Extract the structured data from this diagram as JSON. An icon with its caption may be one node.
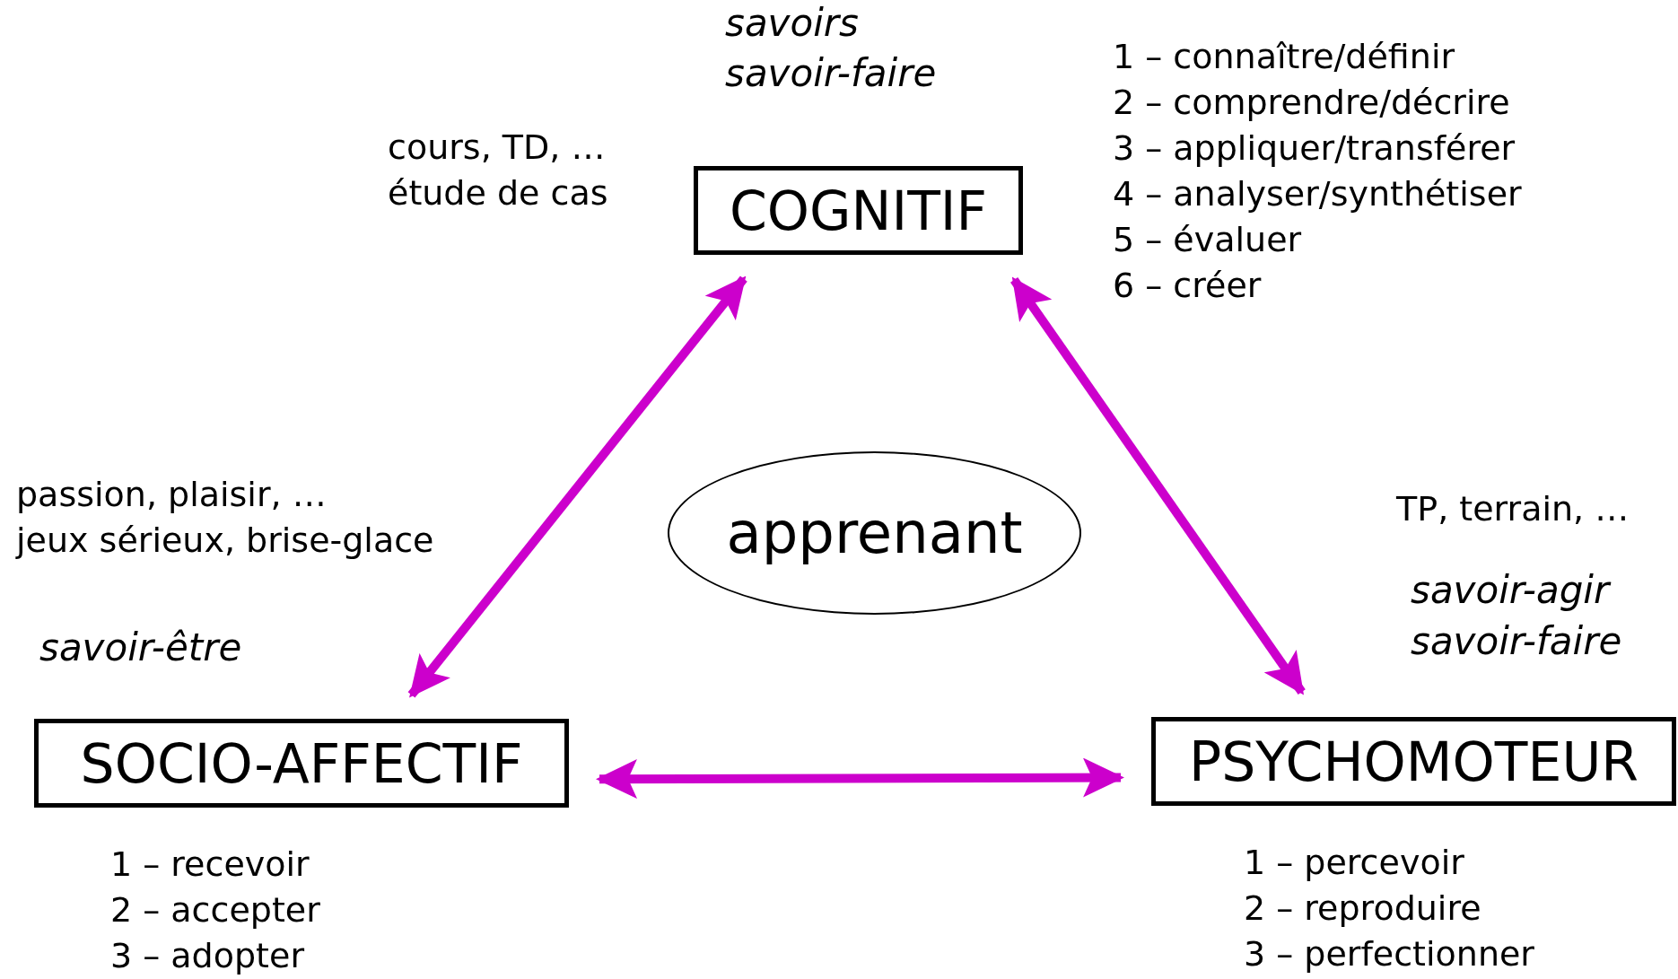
{
  "diagram": {
    "nodes": [
      {
        "text": [
          "COGNITIF"
        ],
        "beside": [
          "cours, TD, …",
          "étude de cas",
          "1 – connaître/définir",
          "2 – comprendre/décrire",
          "3 – appliquer/transférer",
          "4 – analyser/synthétiser",
          "5 – évaluer",
          "6 – créer"
        ]
      },
      {
        "text": [
          "apprenant"
        ]
      },
      {
        "text": [
          "SOCIO-AFFECTIF"
        ],
        "beside": [
          "passion, plaisir, …",
          "jeux sérieux, brise-glace",
          "1 – recevoir",
          "2 – accepter",
          "3 – adopter"
        ]
      },
      {
        "text": [
          "PSYCHOMOTEUR"
        ],
        "beside": [
          "1 – percevoir",
          "2 – reproduire",
          "3 – perfectionner"
        ]
      }
    ],
    "edges": [
      {
        "from": 0,
        "to": 2,
        "arrow": "both"
      },
      {
        "from": 0,
        "to": 3,
        "arrow": "both"
      },
      {
        "from": 2,
        "to": 3,
        "arrow": "both"
      }
    ],
    "labels": [
      "savoirs",
      "savoir-faire",
      "savoir-être",
      "TP, terrain, …",
      "savoir-agir",
      "savoir-faire"
    ]
  }
}
